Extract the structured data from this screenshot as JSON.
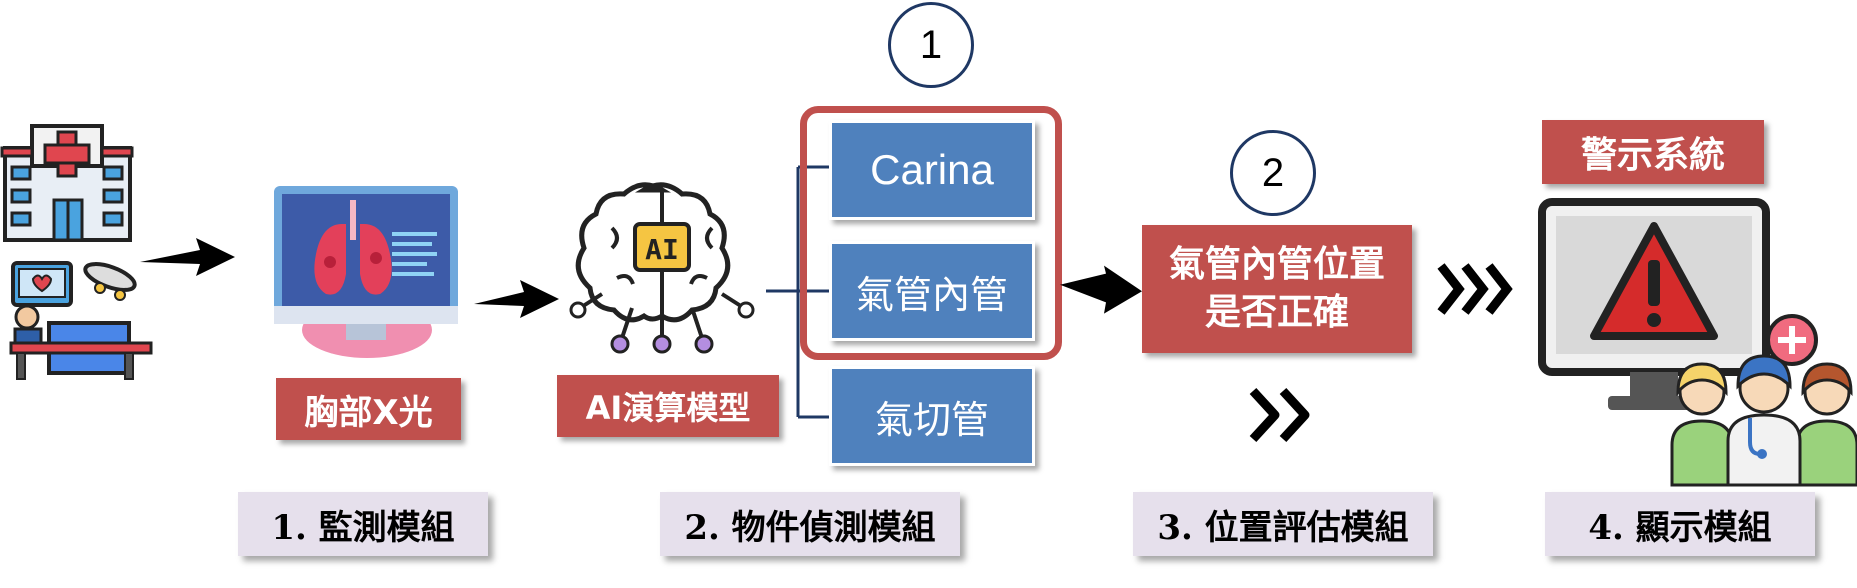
{
  "labels": {
    "xray": "胸部X光",
    "ai_model": "AI演算模型",
    "ai_chip": "AI",
    "warning_system": "警示系統",
    "position_check": "氣管內管位置是否正確"
  },
  "objects": {
    "carina": "Carina",
    "ett": "氣管內管",
    "tracheostomy": "氣切管"
  },
  "markers": {
    "one": "1",
    "two": "2"
  },
  "modules": {
    "m1": "1. 監測模組",
    "m2": "2. 物件偵測模組",
    "m3": "3. 位置評估模組",
    "m4": "4. 顯示模組"
  },
  "icons": [
    "hospital-icon",
    "patient-monitor-icon",
    "chest-xray-monitor-icon",
    "ai-brain-icon",
    "warning-monitor-icon",
    "medical-staff-icon"
  ],
  "colors": {
    "red": "#c0504d",
    "blue": "#4f81bd",
    "module_bg": "#e6e0ec",
    "outline": "#c0504d",
    "circle": "#1f3864"
  }
}
